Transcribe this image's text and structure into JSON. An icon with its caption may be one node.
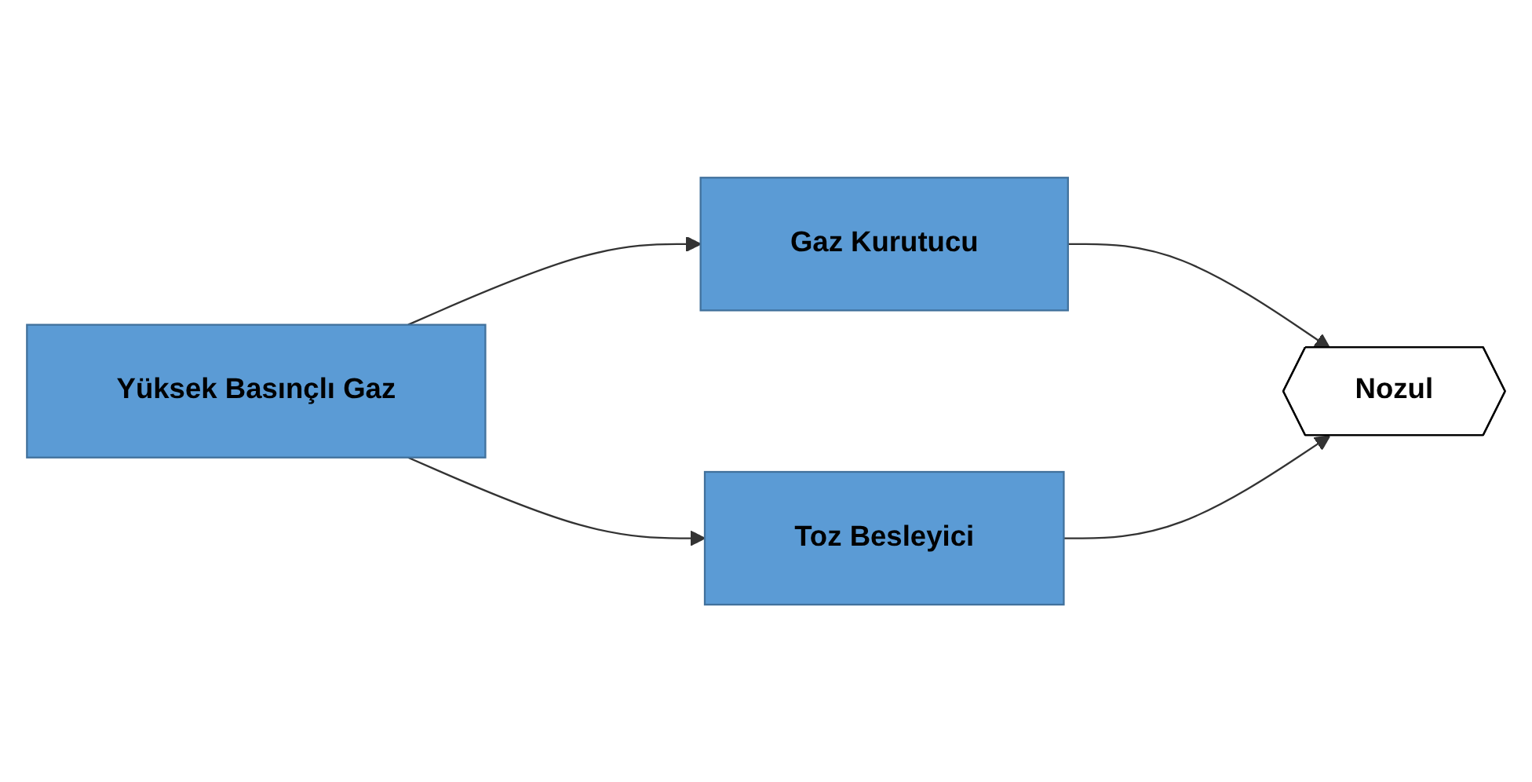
{
  "diagram": {
    "nodes": [
      {
        "text": [
          "Yüksek Basınçlı Gaz"
        ]
      },
      {
        "text": [
          "Gaz Kurutucu"
        ]
      },
      {
        "text": [
          "Toz Besleyici"
        ]
      },
      {
        "text": [
          "Nozul"
        ]
      }
    ],
    "edges": [
      {
        "from": 0,
        "to": 1,
        "arrow": "to"
      },
      {
        "from": 0,
        "to": 2,
        "arrow": "to"
      },
      {
        "from": 1,
        "to": 3,
        "arrow": "to"
      },
      {
        "from": 2,
        "to": 3,
        "arrow": "to"
      }
    ]
  }
}
